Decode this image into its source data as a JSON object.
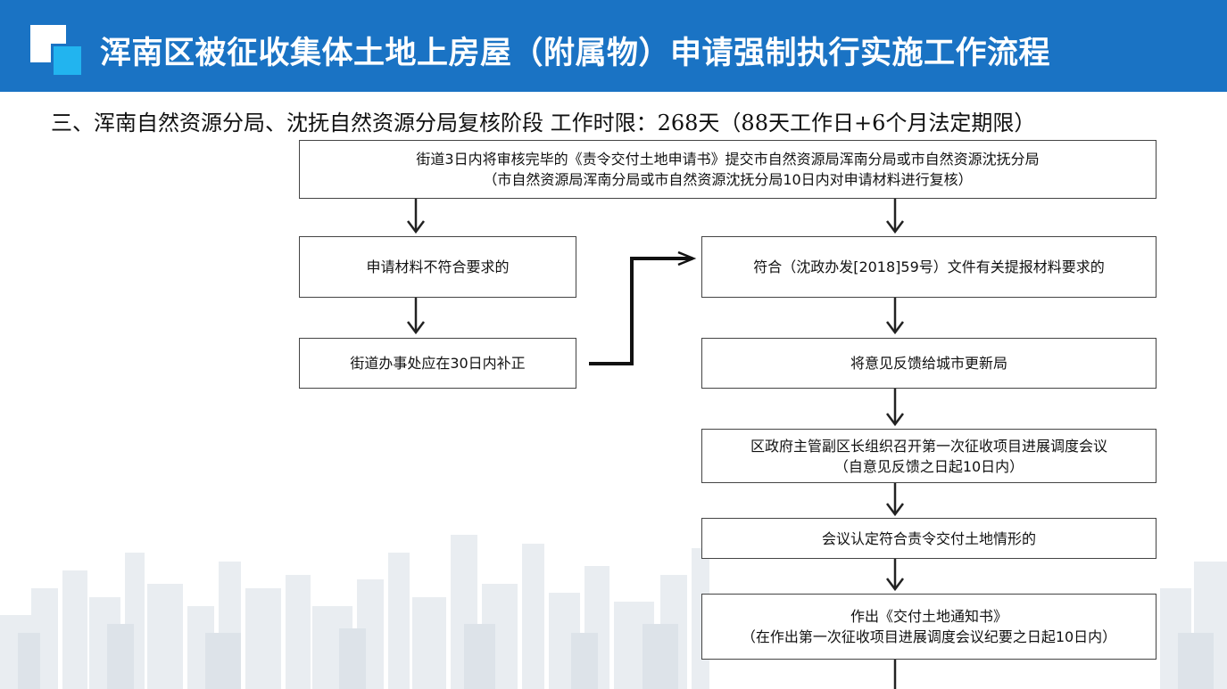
{
  "header": {
    "title": "浑南区被征收集体土地上房屋（附属物）申请强制执行实施工作流程",
    "brand_color": "#1a73c4",
    "logo_color": "#22b4ef"
  },
  "section": {
    "subtitle": "三、浑南自然资源分局、沈抚自然资源分局复核阶段 工作时限：268天（88天工作日+6个月法定期限）"
  },
  "flow": {
    "submit": {
      "line1": "街道3日内将审核完毕的《责令交付土地申请书》提交市自然资源局浑南分局或市自然资源沈抚分局",
      "line2": "（市自然资源局浑南分局或市自然资源沈抚分局10日内对申请材料进行复核）"
    },
    "noncompliant": {
      "line1": "申请材料不符合要求的"
    },
    "correction": {
      "line1": "街道办事处应在30日内补正"
    },
    "compliant": {
      "line1": "符合（沈政办发[2018]59号）文件有关提报材料要求的"
    },
    "feedback": {
      "line1": "将意见反馈给城市更新局"
    },
    "meeting": {
      "line1": "区政府主管副区长组织召开第一次征收项目进展调度会议",
      "line2": "（自意见反馈之日起10日内）"
    },
    "decision": {
      "line1": "会议认定符合责令交付土地情形的"
    },
    "notice": {
      "line1": "作出《交付土地通知书》",
      "line2": "（在作出第一次征收项目进展调度会议纪要之日起10日内）"
    }
  }
}
